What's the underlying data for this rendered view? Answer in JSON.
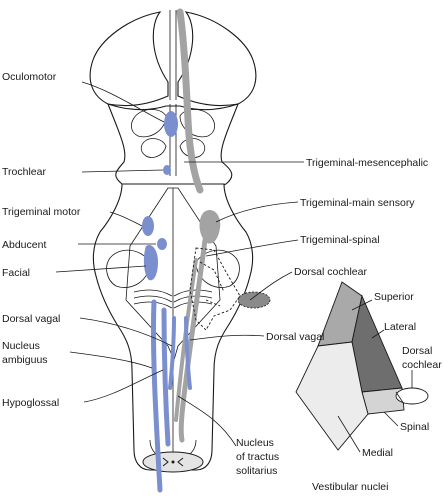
{
  "labels_left": {
    "oculomotor": "Oculomotor",
    "trochlear": "Trochlear",
    "trigeminal_motor": "Trigeminal motor",
    "abducent": "Abducent",
    "facial": "Facial",
    "dorsal_vagal": "Dorsal vagal",
    "nucleus_ambiguus_line1": "Nucleus",
    "nucleus_ambiguus_line2": "ambiguus",
    "hypoglossal": "Hypoglossal"
  },
  "labels_right": {
    "trigeminal_mesencephalic": "Trigeminal-mesencephalic",
    "trigeminal_main_sensory": "Trigeminal-main sensory",
    "trigeminal_spinal": "Trigeminal-spinal",
    "dorsal_cochlear": "Dorsal cochlear",
    "dorsal_vagal": "Dorsal vagal",
    "nucleus_tractus_line1": "Nucleus",
    "nucleus_tractus_line2": "of tractus",
    "nucleus_tractus_line3": "solitarius"
  },
  "vestibular": {
    "superior": "Superior",
    "lateral": "Lateral",
    "dorsal_cochlear_line1": "Dorsal",
    "dorsal_cochlear_line2": "cochlear",
    "spinal": "Spinal",
    "medial": "Medial",
    "caption": "Vestibular nuclei"
  },
  "colors": {
    "motor_nuclei": "#7b8fcf",
    "sensory_nuclei": "#a3a3a3",
    "superior_fill": "#a9a9a9",
    "lateral_fill": "#6e6e6e",
    "spinal_fill": "#d4d4d4",
    "medial_fill": "#ececec",
    "outline": "#1a1a1a"
  }
}
